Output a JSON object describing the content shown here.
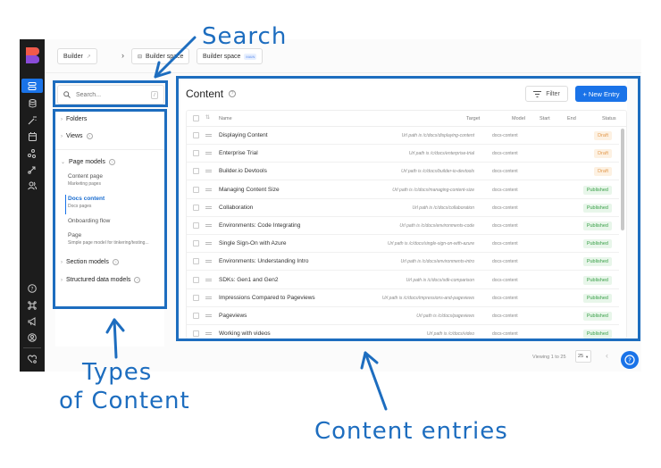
{
  "breadcrumb": {
    "items": [
      {
        "label": "Builder",
        "icon": "external-link-icon"
      },
      {
        "label": "Builder space",
        "icon": "space-icon"
      },
      {
        "label": "Builder space",
        "tag": "MAIN"
      }
    ],
    "separator": "›"
  },
  "rail": {
    "icons": [
      "content-icon",
      "data-icon",
      "magic-wand-icon",
      "calendar-icon",
      "integrations-icon",
      "rocket-icon",
      "users-icon",
      "help-icon",
      "command-icon",
      "announcements-icon",
      "account-icon",
      "favorites-icon"
    ],
    "active": "content-icon"
  },
  "search": {
    "placeholder": "Search...",
    "shortcut": "/"
  },
  "models_panel": {
    "groups": [
      {
        "label": "Folders",
        "expanded": false
      },
      {
        "label": "Views",
        "expanded": false,
        "help": true
      },
      {
        "label": "Page models",
        "expanded": true,
        "help": true
      },
      {
        "label": "Section models",
        "expanded": false,
        "help": true
      },
      {
        "label": "Structured data models",
        "expanded": false,
        "help": true
      }
    ],
    "page_models": [
      {
        "title": "Content page",
        "subtitle": "Marketing pages"
      },
      {
        "title": "Docs content",
        "subtitle": "Docs pages",
        "active": true
      },
      {
        "title": "Onboarding flow",
        "subtitle": ""
      },
      {
        "title": "Page",
        "subtitle": "Simple page model for tinkering/testing..."
      }
    ]
  },
  "content": {
    "title": "Content",
    "filter_label": "Filter",
    "new_entry_label": "+ New Entry",
    "columns": [
      "Name",
      "Target",
      "Model",
      "Start",
      "End",
      "Status"
    ],
    "rows": [
      {
        "name": "Displaying Content",
        "target": "Url path is /c/docs/displaying-content",
        "model": "docs-content",
        "status": "Draft"
      },
      {
        "name": "Enterprise Trial",
        "target": "Url path is /c/docs/enterprise-trial",
        "model": "docs-content",
        "status": "Draft"
      },
      {
        "name": "Builder.io Devtools",
        "target": "Url path is /c/docs/builder-io-devtools",
        "model": "docs-content",
        "status": "Draft"
      },
      {
        "name": "Managing Content Size",
        "target": "Url path is /c/docs/managing-content-size",
        "model": "docs-content",
        "status": "Published"
      },
      {
        "name": "Collaboration",
        "target": "Url path is /c/docs/collaboration",
        "model": "docs-content",
        "status": "Published"
      },
      {
        "name": "Environments: Code Integrating",
        "target": "Url path is /c/docs/environments-code",
        "model": "docs-content",
        "status": "Published"
      },
      {
        "name": "Single Sign-On with Azure",
        "target": "Url path is /c/docs/single-sign-on-with-azure",
        "model": "docs-content",
        "status": "Published"
      },
      {
        "name": "Environments: Understanding Intro",
        "target": "Url path is /c/docs/environments-intro",
        "model": "docs-content",
        "status": "Published"
      },
      {
        "name": "SDKs: Gen1 and Gen2",
        "target": "Url path is /c/docs/sdk-comparison",
        "model": "docs-content",
        "status": "Published"
      },
      {
        "name": "Impressions Compared to Pageviews",
        "target": "Url path is /c/docs/impressions-and-pageviews",
        "model": "docs-content",
        "status": "Published"
      },
      {
        "name": "Pageviews",
        "target": "Url path is /c/docs/pageviews",
        "model": "docs-content",
        "status": "Published"
      },
      {
        "name": "Working with videos",
        "target": "Url path is /c/docs/video",
        "model": "docs-content",
        "status": "Published"
      }
    ]
  },
  "pagination": {
    "viewing": "Viewing 1 to 25",
    "page_size": "25",
    "prev": "‹",
    "next": "›"
  },
  "annotations": {
    "search": "Search",
    "types_line1": "Types",
    "types_line2": "of Content",
    "entries": "Content entries",
    "color": "#1d6dbf"
  },
  "colors": {
    "accent": "#1a73e8",
    "rail": "#1c1c1c",
    "draft": "#e29a4e",
    "published": "#3aa048"
  }
}
